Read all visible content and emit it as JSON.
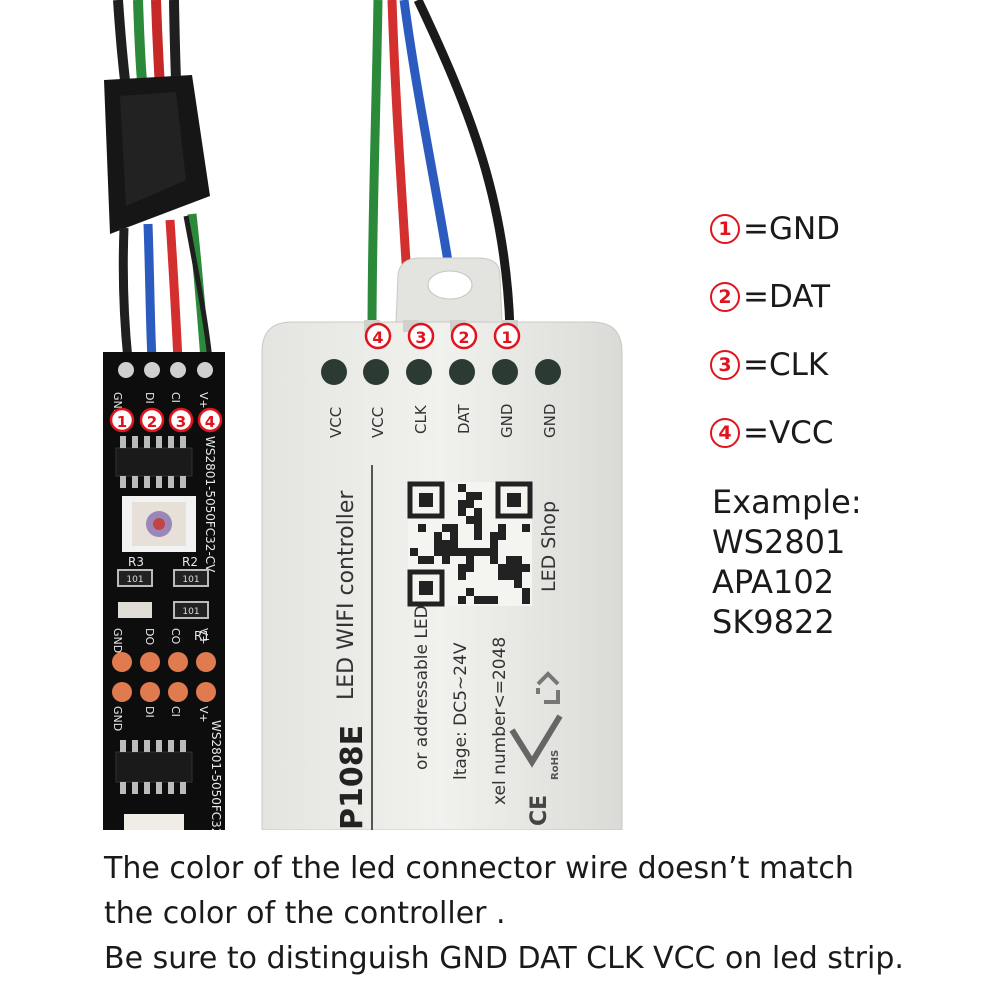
{
  "controller": {
    "model": "P108E",
    "name": "LED WIFI controller",
    "spec_lines": [
      "or addressable LED",
      "ltage: DC5~24V",
      "xel number<=2048"
    ],
    "shop": "LED Shop",
    "rohs": "RoHS",
    "ce": "CE",
    "pin_numbers": [
      "4",
      "3",
      "2",
      "1"
    ],
    "pin_labels": [
      "VCC",
      "VCC",
      "CLK",
      "DAT",
      "GND",
      "GND"
    ]
  },
  "strip": {
    "top_pad_labels": [
      "GND",
      "DI",
      "CI",
      "V+"
    ],
    "badges": [
      "1",
      "2",
      "3",
      "4"
    ],
    "chip_marking": "WS2801-5050FC32-CV",
    "resistor_labels": [
      "R3",
      "R2",
      "R1"
    ],
    "resistor_code": "101",
    "mid_labels_top": [
      "GND",
      "DO",
      "CO",
      "V+"
    ],
    "mid_labels_bottom": [
      "GND",
      "DI",
      "CI",
      "V+"
    ]
  },
  "legend": [
    {
      "num": "1",
      "label": "=GND"
    },
    {
      "num": "2",
      "label": "=DAT"
    },
    {
      "num": "3",
      "label": "=CLK"
    },
    {
      "num": "4",
      "label": "=VCC"
    }
  ],
  "example": {
    "heading": "Example:",
    "chips": [
      "WS2801",
      "APA102",
      "SK9822"
    ]
  },
  "caption": {
    "lines": [
      "The color of the led connector wire doesn’t match",
      "the color of the controller .",
      "Be sure to distinguish GND DAT CLK VCC on led strip."
    ]
  }
}
